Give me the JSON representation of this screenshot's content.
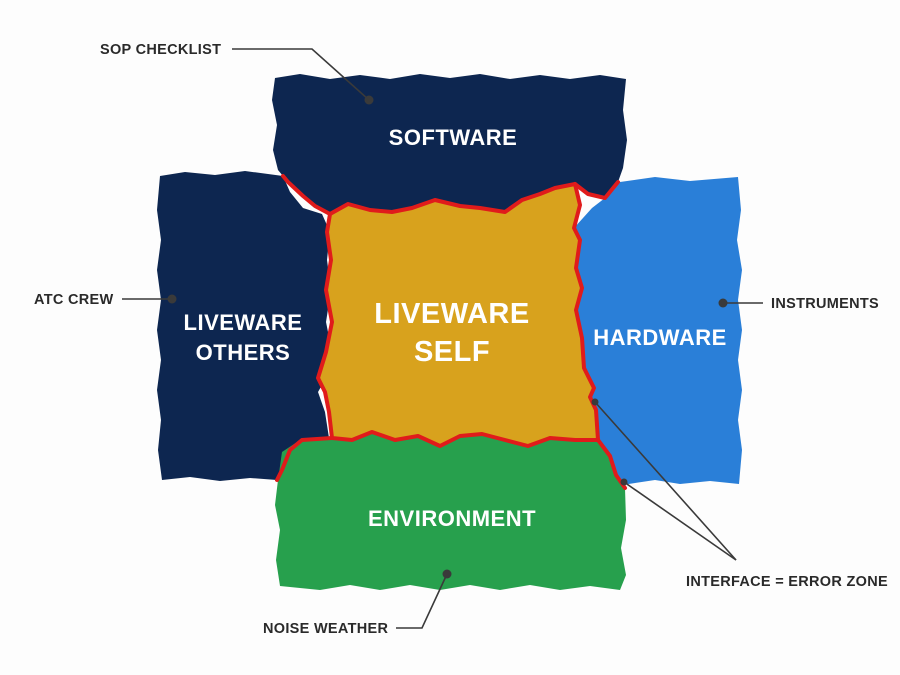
{
  "colors": {
    "software": "#0d2650",
    "liveware_others": "#0d2650",
    "hardware": "#2a7fd8",
    "environment": "#27a04d",
    "liveware_self": "#d8a21d",
    "interface": "#e01b1b",
    "callout_line": "#3a3a3a"
  },
  "blocks": {
    "software": {
      "label": "SOFTWARE"
    },
    "liveware_others": {
      "line1": "LIVEWARE",
      "line2": "OTHERS"
    },
    "hardware": {
      "label": "HARDWARE"
    },
    "environment": {
      "label": "ENVIRONMENT"
    },
    "liveware_self": {
      "line1": "LIVEWARE",
      "line2": "SELF"
    }
  },
  "callouts": {
    "sop_checklist": "SOP CHECKLIST",
    "atc_crew": "ATC CREW",
    "instruments": "INSTRUMENTS",
    "noise_weather": "NOISE WEATHER",
    "interface_error_zone": "INTERFACE = ERROR ZONE"
  }
}
